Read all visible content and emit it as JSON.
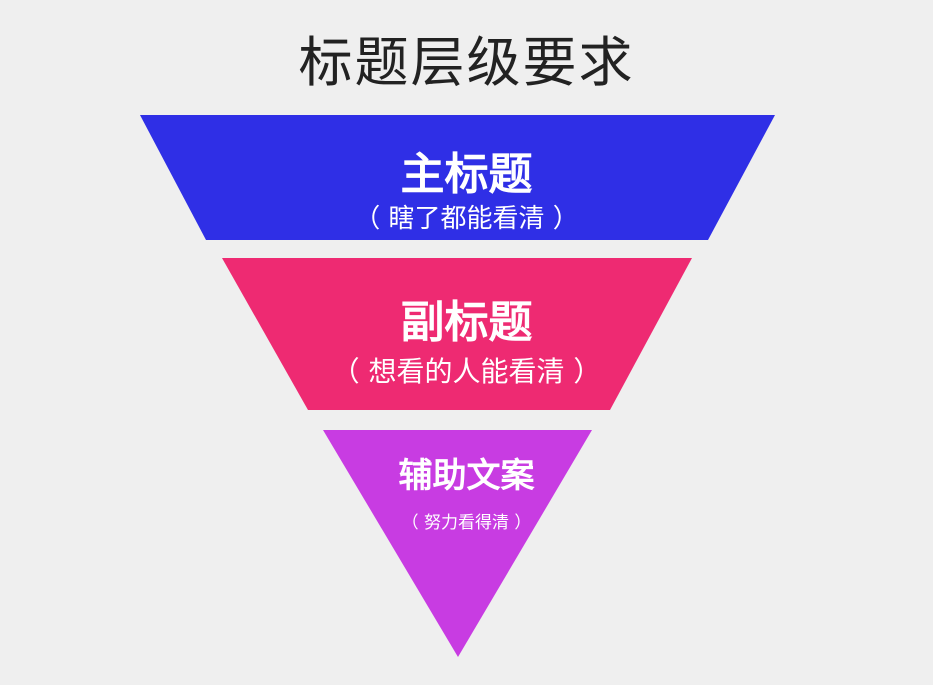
{
  "title": "标题层级要求",
  "levels": [
    {
      "heading": "主标题",
      "note": "（ 瞎了都能看清 ）",
      "color": "#2f2fe6"
    },
    {
      "heading": "副标题",
      "note": "（ 想看的人能看清 ）",
      "color": "#ee2a72"
    },
    {
      "heading": "辅助文案",
      "note": "（ 努力看得清 ）",
      "color": "#c83ce2"
    }
  ]
}
